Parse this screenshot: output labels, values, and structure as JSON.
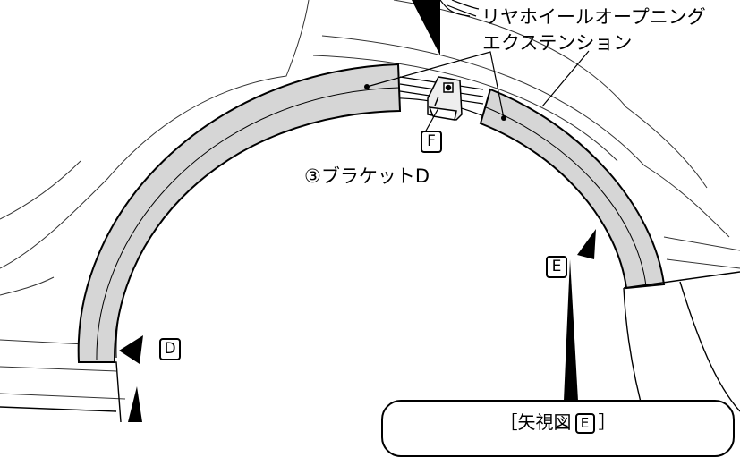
{
  "labels": {
    "extension_line1": "リヤホイールオープニング",
    "extension_line2": "エクステンション",
    "bracket": "③ブラケットD",
    "view_marker_d": "D",
    "view_marker_e": "E",
    "view_marker_f": "F",
    "callout_prefix": "［矢視図",
    "callout_marker": "E",
    "callout_suffix": "］"
  },
  "colors": {
    "extension_fill": "#d6d6d6",
    "line": "#000000",
    "background": "#ffffff"
  }
}
